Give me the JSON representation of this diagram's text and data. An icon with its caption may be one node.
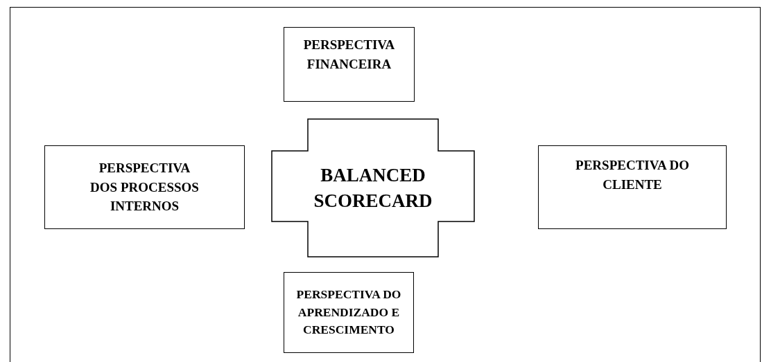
{
  "diagram": {
    "nodes": [
      {
        "text": [
          "PERSPECTIVA FINANCEIRA"
        ]
      },
      {
        "text": [
          "PERSPECTIVA DOS PROCESSOS INTERNOS"
        ]
      },
      {
        "text": [
          "BALANCED SCORECARD"
        ]
      },
      {
        "text": [
          "PERSPECTIVA DO CLIENTE"
        ]
      },
      {
        "text": [
          "PERSPECTIVA DO APRENDIZADO E CRESCIMENTO"
        ]
      }
    ]
  }
}
